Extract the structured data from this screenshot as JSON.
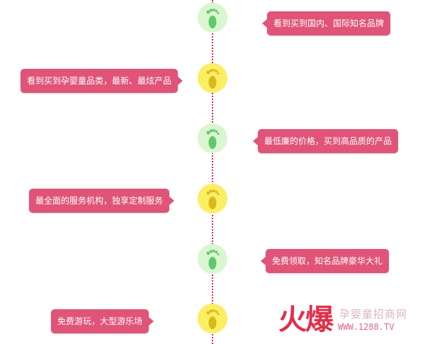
{
  "items": [
    {
      "text": "看到买到国内、国际知名品牌",
      "node_color": "green",
      "side": "right",
      "icon": "footprint-icon"
    },
    {
      "text": "看到买到孕婴童品类，最新、最炫产品",
      "node_color": "yellow",
      "side": "left",
      "icon": "footprint-icon"
    },
    {
      "text": "最低廉的价格，买到高品质的产品",
      "node_color": "green",
      "side": "right",
      "icon": "footprint-icon"
    },
    {
      "text": "最全面的服务机构，独享定制服务",
      "node_color": "yellow",
      "side": "left",
      "icon": "footprint-icon"
    },
    {
      "text": "免费领取，知名品牌豪华大礼",
      "node_color": "green",
      "side": "right",
      "icon": "footprint-icon"
    },
    {
      "text": "免费游玩，大型游乐场",
      "node_color": "yellow",
      "side": "left",
      "icon": "footprint-icon"
    }
  ],
  "watermark": {
    "brand": "火爆",
    "name": "孕婴童招商网",
    "url": "WWW.1288.TV"
  },
  "colors": {
    "bubble": "#e05478",
    "timeline": "#cc3355",
    "node_green": "#d9f6d0",
    "node_yellow": "#fbee62",
    "foot_green": "#5fc86a",
    "foot_yellow": "#d9b81c"
  }
}
